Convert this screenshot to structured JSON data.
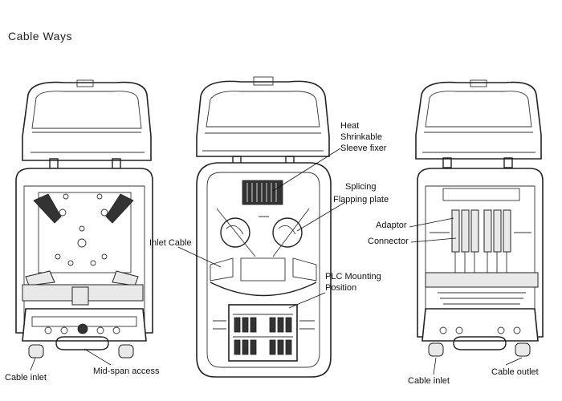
{
  "title": "Cable Ways",
  "labels": {
    "heat_sleeve": [
      "Heat",
      "Shrinkable",
      "Sleeve fixer"
    ],
    "splicing": [
      "Splicing",
      "Flapping plate"
    ],
    "inlet_cable": "Inlet Cable",
    "plc": [
      "PLC Mounting",
      "Position"
    ],
    "adaptor": "Adaptor",
    "connector": "Connector",
    "cable_inlet_left": "Cable inlet",
    "mid_span": "Mid-span access",
    "cable_inlet_right": "Cable inlet",
    "cable_outlet": "Cable outlet"
  }
}
